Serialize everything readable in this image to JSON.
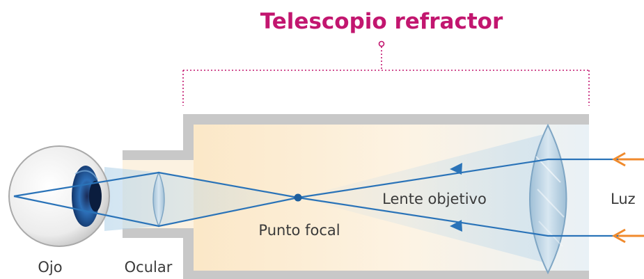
{
  "title": "Telescopio refractor",
  "labels": {
    "eye": "Ojo",
    "eyepiece": "Ocular",
    "focal_point": "Punto focal",
    "objective_lens": "Lente objetivo",
    "light": "Luz"
  },
  "colors": {
    "title": "#c2166f",
    "tube": "#c8c8c8",
    "interior": "#fbedd3",
    "ray": "#2a73b8",
    "light_arrow": "#f08a2c",
    "lens": "#bcd4e4",
    "text": "#3a3a3a"
  }
}
